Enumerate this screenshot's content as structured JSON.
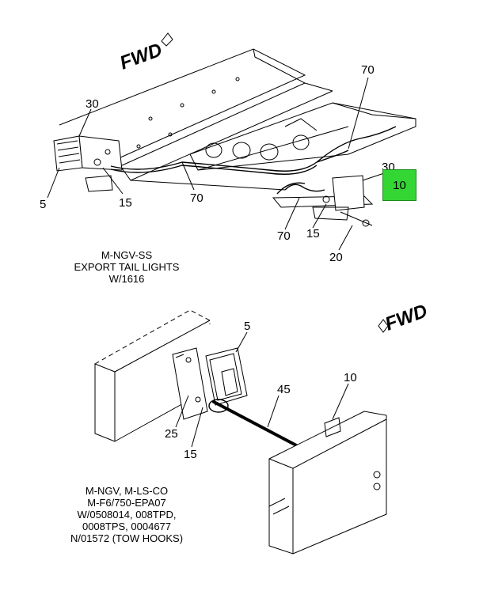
{
  "top_view": {
    "fwd_label": "FWD",
    "callouts": {
      "c30_left": "30",
      "c5": "5",
      "c15_left": "15",
      "c70_mid": "70",
      "c70_top": "70",
      "c30_right": "30",
      "c70_bottom": "70",
      "c15_right": "15",
      "c20": "20"
    },
    "highlight_label": "10",
    "highlight_color": "#33d633",
    "caption": [
      "M-NGV-SS",
      "EXPORT TAIL LIGHTS",
      "W/1616"
    ]
  },
  "bottom_view": {
    "fwd_label": "FWD",
    "callouts": {
      "c5": "5",
      "c45": "45",
      "c10": "10",
      "c25": "25",
      "c15": "15"
    },
    "caption": [
      "M-NGV, M-LS-CO",
      "M-F6/750-EPA07",
      "W/0508014, 008TPD,",
      "0008TPS, 0004677",
      "N/01572 (TOW HOOKS)"
    ]
  }
}
